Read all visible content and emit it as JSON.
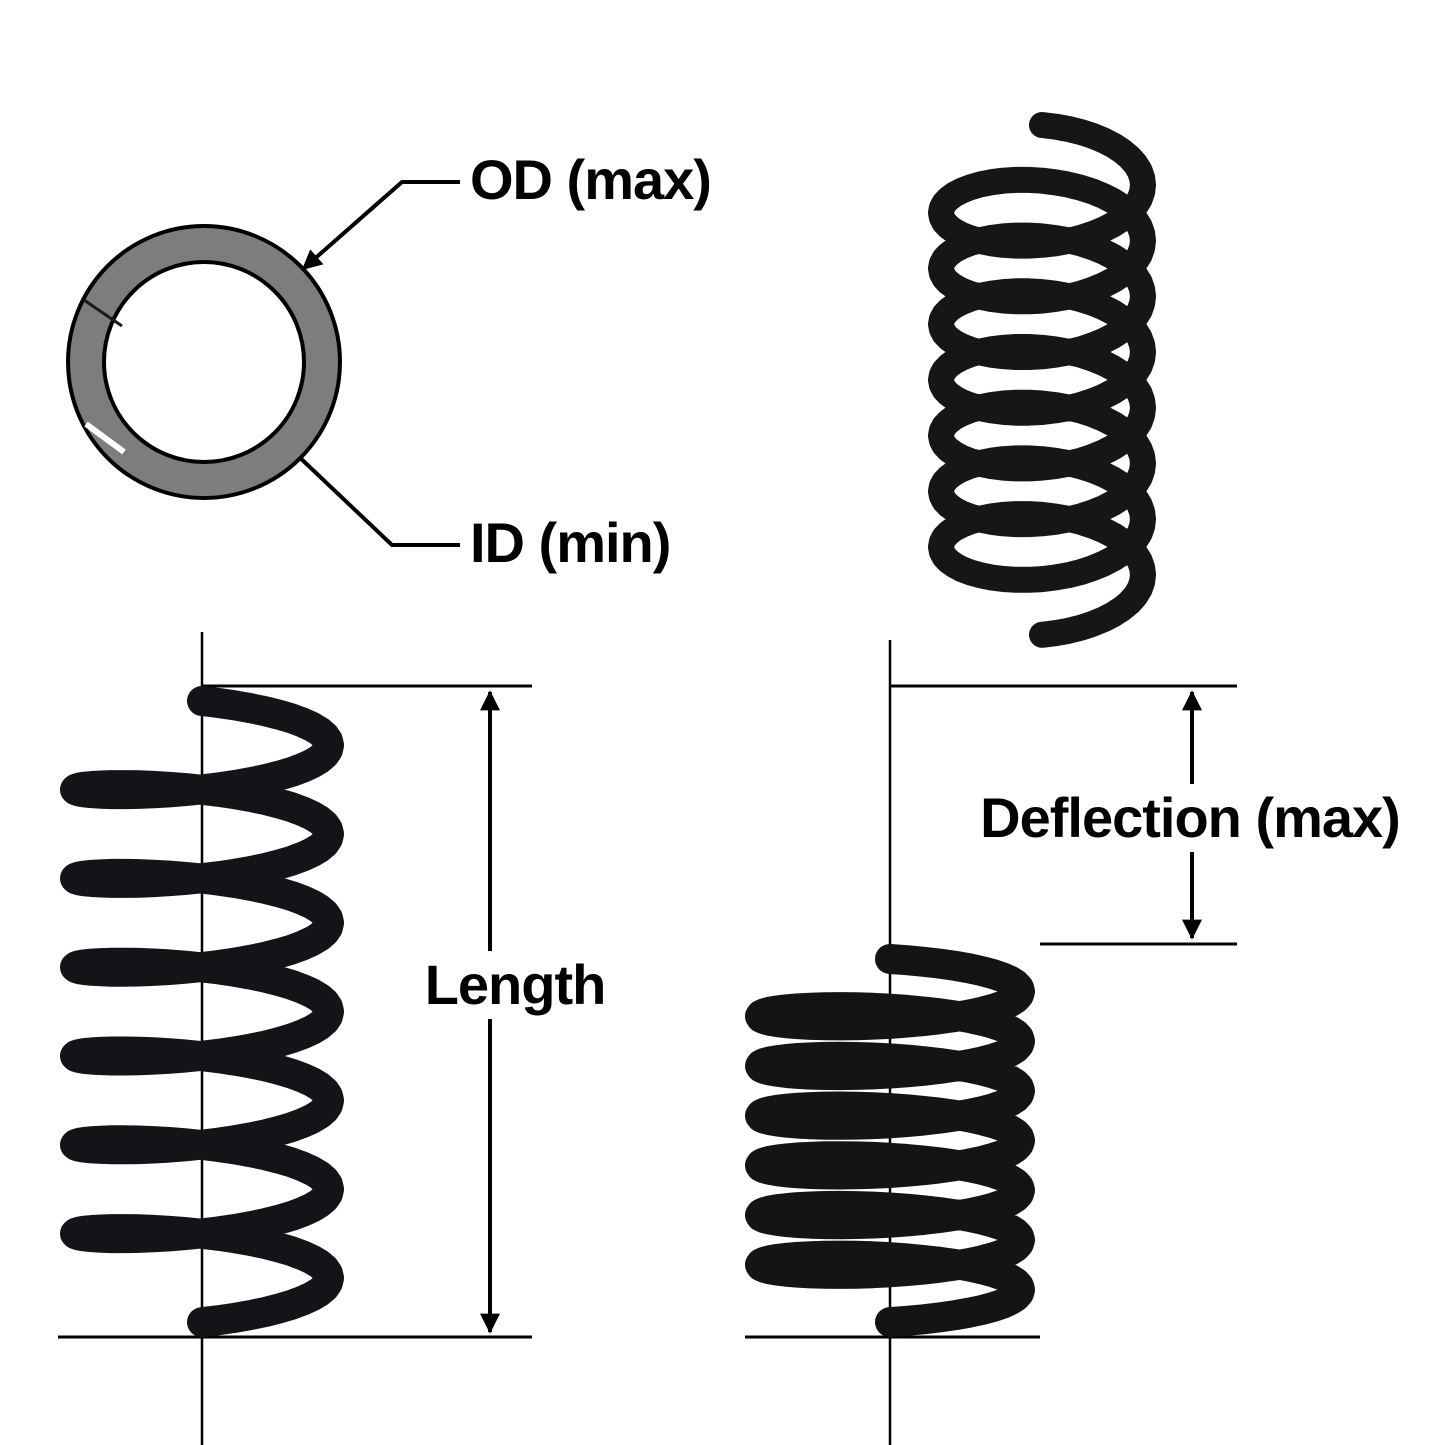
{
  "diagram": {
    "title_hint": "Compression spring dimension diagram",
    "labels": {
      "od": "OD (max)",
      "id": "ID (min)",
      "length": "Length",
      "deflection": "Deflection (max)"
    },
    "figures": [
      {
        "name": "coil-cross-section-ring"
      },
      {
        "name": "spring-3d-perspective-view"
      },
      {
        "name": "spring-free-length-side-view"
      },
      {
        "name": "spring-compressed-side-view"
      }
    ],
    "colors": {
      "line": "#000000",
      "spring": "#161616",
      "ring_fill": "#7d7d7d",
      "background": "#ffffff"
    }
  }
}
